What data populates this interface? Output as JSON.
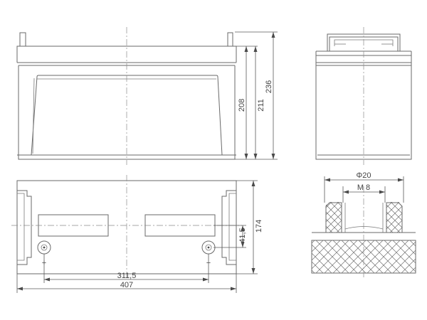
{
  "dimensions": {
    "height_208": "208",
    "height_211": "211",
    "height_236": "236",
    "width_174": "174",
    "terminal_41_5": "41,5",
    "terminal_spacing": "311,5",
    "length_407": "407",
    "thread_phi20": "Φ20",
    "thread_m8": "M 8"
  },
  "symbols": {
    "positive": "+",
    "negative": "−"
  },
  "colors": {
    "line": "#6a6a6a",
    "text": "#444444"
  }
}
